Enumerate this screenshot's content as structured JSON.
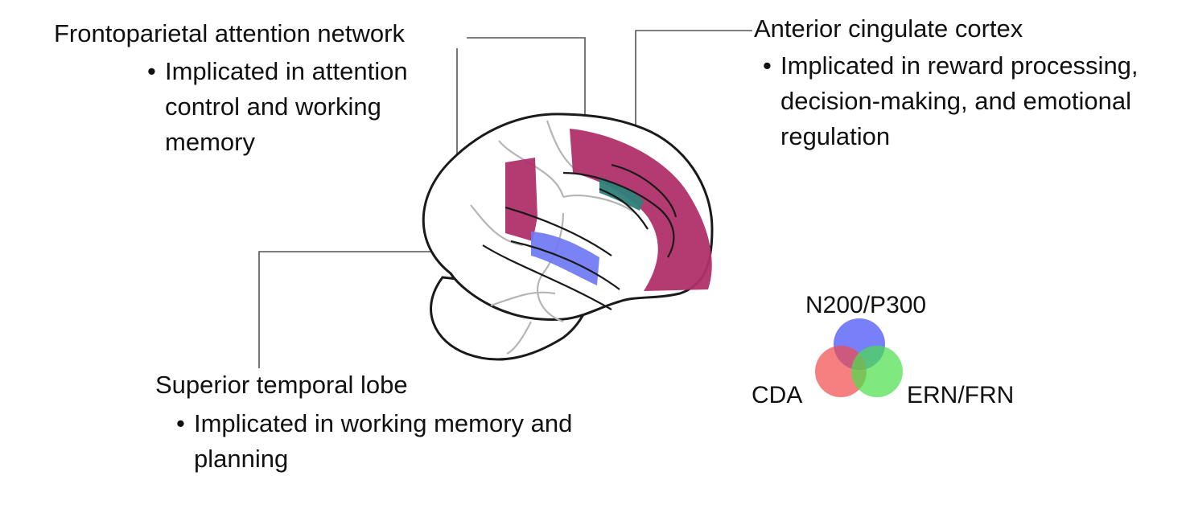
{
  "regions": {
    "frontoparietal": {
      "title": "Frontoparietal attention network",
      "bullet": "Implicated in attention control and working memory"
    },
    "cingulate": {
      "title": "Anterior cingulate cortex",
      "bullet": "Implicated in reward processing, decision-making, and emotional regulation"
    },
    "temporal": {
      "title": "Superior temporal lobe",
      "bullet": "Implicated in working memory and planning"
    }
  },
  "venn": {
    "top_label": "N200/P300",
    "left_label": "CDA",
    "right_label": "ERN/FRN"
  },
  "colors": {
    "frontoparietal_region": "#b0306a",
    "cingulate_region": "#2e7f7a",
    "temporal_region": "#6f78f2",
    "venn_top": "#4a55f5",
    "venn_left": "#f24a4a",
    "venn_right": "#48e04a",
    "outline": "#1a1a1a",
    "sulci": "#b5b5b5",
    "leader_line": "#555555"
  }
}
